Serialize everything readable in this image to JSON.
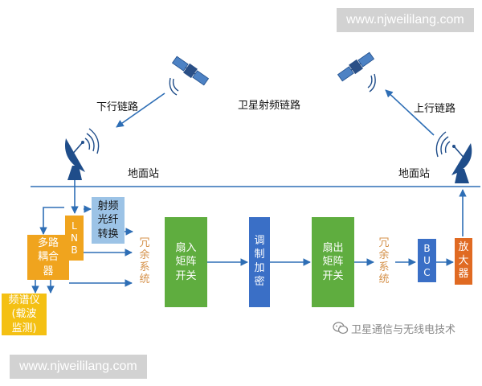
{
  "watermarks": {
    "top": "www.njweililang.com",
    "bottom": "www.njweililang.com"
  },
  "labels": {
    "downlink": "下行链路",
    "satellite_link": "卫星射频链路",
    "uplink": "上行链路",
    "ground_station_left": "地面站",
    "ground_station_right": "地面站"
  },
  "blocks": {
    "multiplex": "多路\n耦合\n器",
    "spectrum": "频谱仪\n(载波\n监测)",
    "lnb": "L\nN\nB",
    "rf_fiber": "射频\n光纤\n转换",
    "redundancy_left": "冗\n余\n系\n统",
    "fan_in": "扇入\n矩阵\n开关",
    "modulation": "调\n制\n加\n密",
    "fan_out": "扇出\n矩阵\n开关",
    "redundancy_right": "冗\n余\n系\n统",
    "buc": "B\nU\nC",
    "amplifier": "放\n大\n器"
  },
  "source_caption": "卫星通信与无线电技术",
  "colors": {
    "line": "#2e6eb5",
    "orange": "#f0a41e",
    "yellow": "#f4c013",
    "light_blue": "#9cc3e6",
    "green": "#5fad3f",
    "blue": "#3a6fc6",
    "red_orange": "#e06a22",
    "redundancy_text": "#d5914a"
  },
  "icons": [
    "satellite-icon",
    "dish-antenna-icon",
    "wechat-icon"
  ]
}
